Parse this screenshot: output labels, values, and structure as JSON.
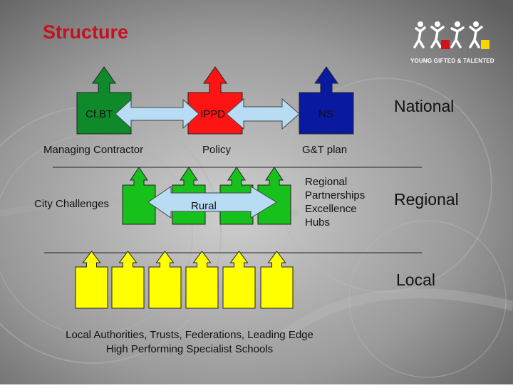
{
  "title": "Structure",
  "logo": {
    "text": "YOUNG GIFTED & TALENTED"
  },
  "levels": {
    "national": "National",
    "regional": "Regional",
    "local": "Local"
  },
  "national": {
    "blocks": [
      {
        "label": "Cf.BT",
        "color": "#0f8a2a",
        "caption": "Managing Contractor"
      },
      {
        "label": "IPPD",
        "color": "#ff1414",
        "caption": "Policy"
      },
      {
        "label": "NS",
        "color": "#0a1aa0",
        "caption": "G&T plan"
      }
    ]
  },
  "regional": {
    "left_label": "City Challenges",
    "arrow_label": "Rural",
    "right_label": "Regional\nPartnerships\nExcellence\nHubs",
    "block_color": "#17c01b"
  },
  "local": {
    "block_color": "#ffff00",
    "block_count": 6,
    "caption": "Local Authorities, Trusts, Federations, Leading Edge\nHigh Performing Specialist Schools"
  },
  "colors": {
    "arrow": "#b9dcf5",
    "title": "#c8101e"
  }
}
